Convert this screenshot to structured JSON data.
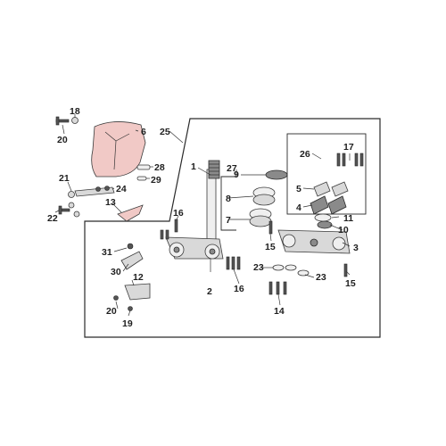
{
  "callouts": {
    "c1": "1",
    "c2": "2",
    "c3": "3",
    "c4": "4",
    "c5": "5",
    "c6": "6",
    "c7": "7",
    "c8": "8",
    "c9": "9",
    "c10": "10",
    "c11": "11",
    "c12": "12",
    "c13": "13",
    "c14": "14",
    "c15a": "15",
    "c15b": "15",
    "c16a": "16",
    "c16b": "16",
    "c17": "17",
    "c18": "18",
    "c19": "19",
    "c20a": "20",
    "c20b": "20",
    "c21": "21",
    "c22": "22",
    "c23a": "23",
    "c23b": "23",
    "c24": "24",
    "c25": "25",
    "c26": "26",
    "c27": "27",
    "c28": "28",
    "c29": "29",
    "c30": "30",
    "c31": "31"
  }
}
